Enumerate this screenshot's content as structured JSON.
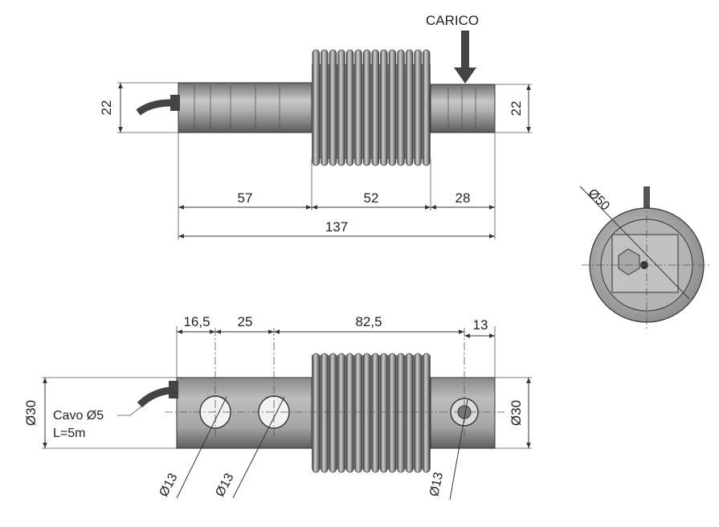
{
  "load_label": "CARICO",
  "top_view": {
    "height_left": "22",
    "height_right": "22",
    "len_a": "57",
    "len_b": "52",
    "len_c": "28",
    "len_total": "137"
  },
  "end_view": {
    "diameter": "Ø50"
  },
  "bottom_view": {
    "dim_a": "16,5",
    "dim_b": "25",
    "dim_c": "82,5",
    "dim_d": "13",
    "height_left": "Ø30",
    "height_right": "Ø30",
    "cable_line1": "Cavo Ø5",
    "cable_line2": "L=5m",
    "hole_1": "Ø13",
    "hole_2": "Ø13",
    "hole_3": "Ø13"
  }
}
